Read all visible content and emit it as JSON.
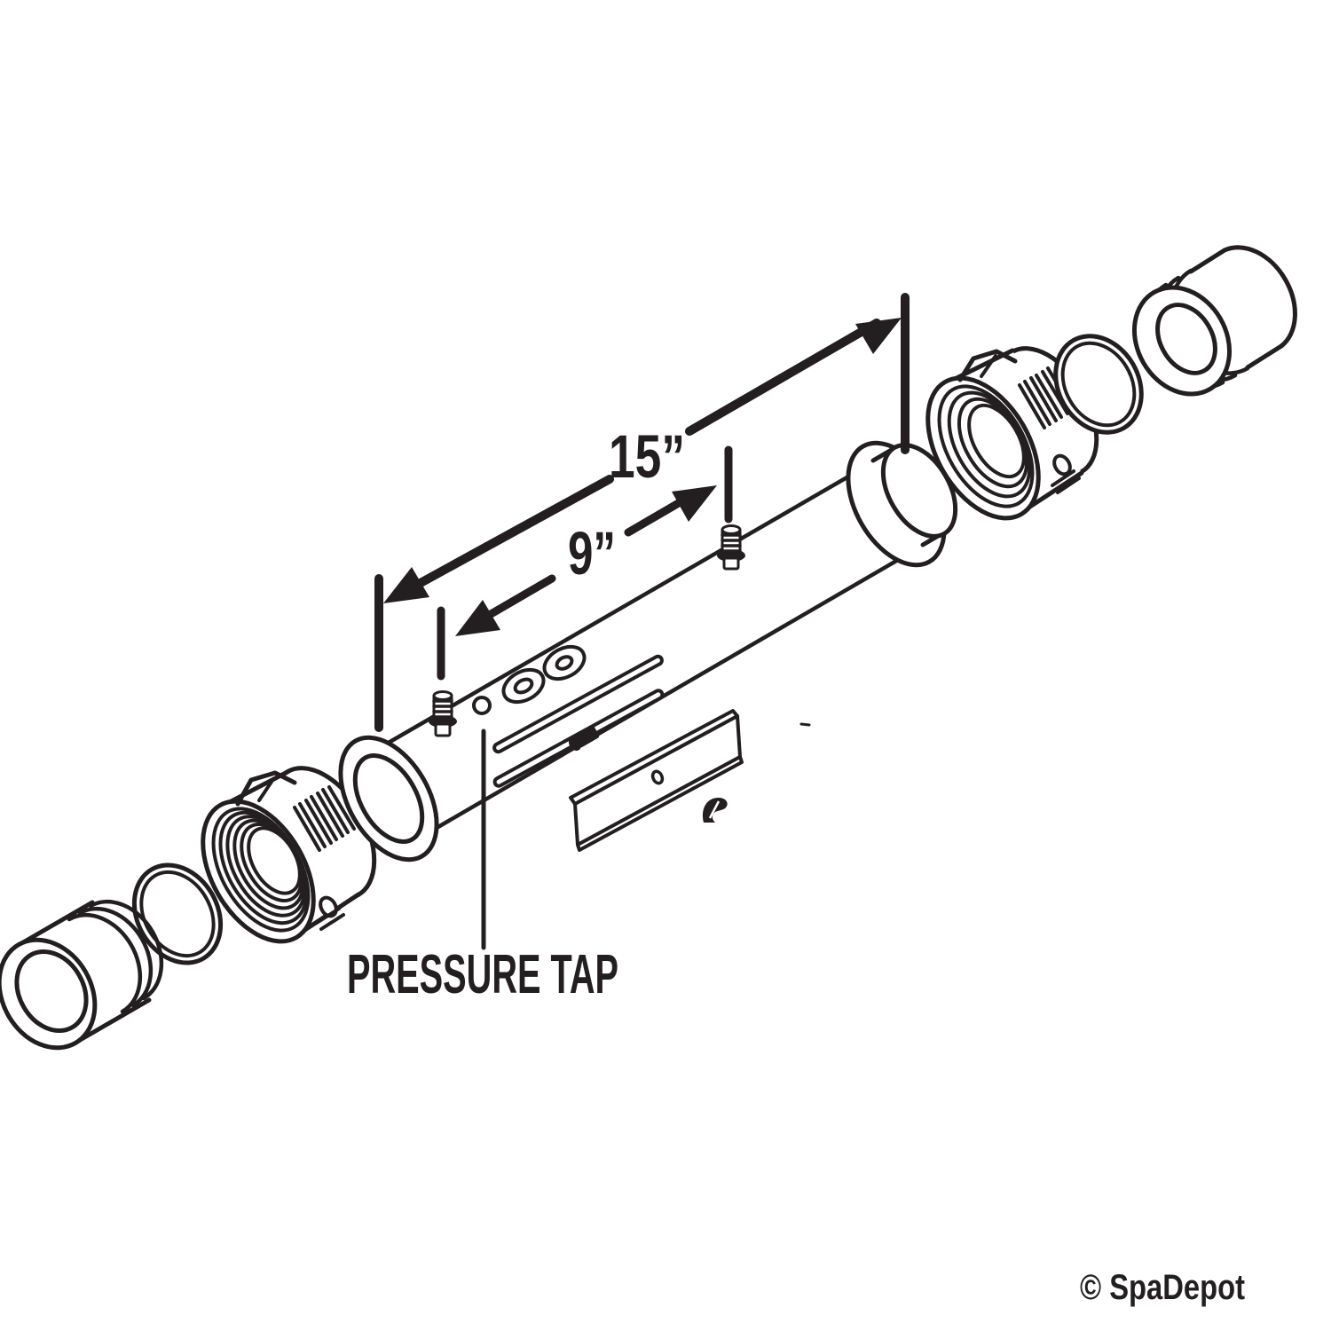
{
  "labels": {
    "overall_length": "15”",
    "tap_distance": "9”",
    "pressure_tap": "PRESSURE TAP",
    "copyright": "© SpaDepot"
  },
  "colors": {
    "ink": "#231f20",
    "background": "#ffffff"
  }
}
